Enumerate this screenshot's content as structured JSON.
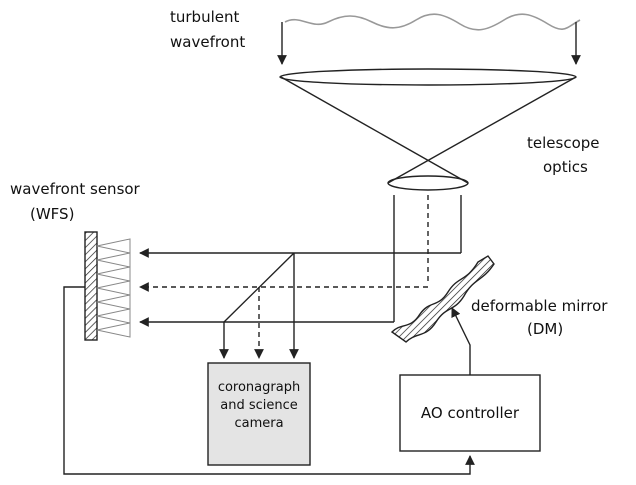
{
  "labels": {
    "turbulent": "turbulent",
    "wavefront": "wavefront",
    "telescope": "telescope",
    "optics": "optics",
    "wfs_line1": "wavefront sensor",
    "wfs_line2": "(WFS)",
    "dm_line1": "deformable mirror",
    "dm_line2": "(DM)",
    "camera_line1": "coronagraph",
    "camera_line2": "and science",
    "camera_line3": "camera",
    "ao_controller": "AO controller"
  },
  "colors": {
    "line": "#222222",
    "camera_fill": "#e4e4e4",
    "wave": "#999999"
  }
}
